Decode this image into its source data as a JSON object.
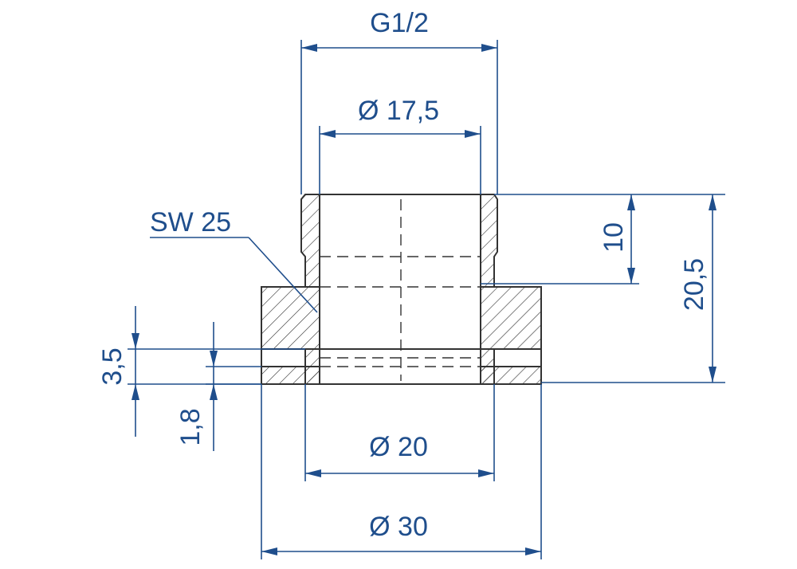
{
  "drawing": {
    "dimension_color": "#1f4e8c",
    "part_color": "#333333",
    "labels": {
      "thread": "G1/2",
      "inner_diameter": "Ø 17,5",
      "wrench_size": "SW 25",
      "thread_length": "10",
      "total_height": "20,5",
      "flange_height": "3,5",
      "groove_height": "1,8",
      "bore_diameter": "Ø 20",
      "outer_diameter": "Ø 30"
    }
  }
}
